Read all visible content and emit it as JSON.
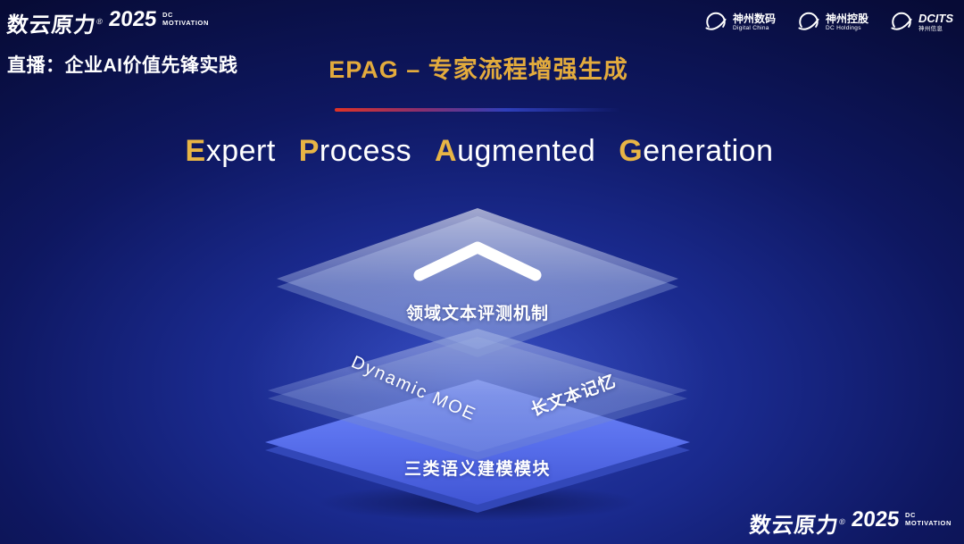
{
  "brand": {
    "cn": "数云原力",
    "reg": "®",
    "year": "2025",
    "sub_line1": "DC",
    "sub_line2": "MOTIVATION"
  },
  "header": {
    "live_label": "直播：企业AI价值先锋实践",
    "partners": [
      {
        "name": "神州数码",
        "en": "Digital China"
      },
      {
        "name": "神州控股",
        "en": "DC Holdings"
      },
      {
        "name": "DCITS",
        "en": "神州信息"
      }
    ]
  },
  "title": {
    "main": "EPAG – 专家流程增强生成",
    "subtitle_words": [
      {
        "initial": "E",
        "rest": "xpert"
      },
      {
        "initial": "P",
        "rest": "rocess"
      },
      {
        "initial": "A",
        "rest": "ugmented"
      },
      {
        "initial": "G",
        "rest": "eneration"
      }
    ]
  },
  "diagram": {
    "layer_top_label": "领域文本评测机制",
    "layer_mid_label_left": "Dynamic MOE",
    "layer_mid_label_right": "长文本记忆",
    "layer_bottom_label": "三类语义建模模块"
  },
  "colors": {
    "accent_gold": "#e3ab3d",
    "plate_blue": "#5b72ee",
    "background_navy": "#0e1760",
    "line_red": "#e03326",
    "line_blue": "#2f3fbb"
  }
}
